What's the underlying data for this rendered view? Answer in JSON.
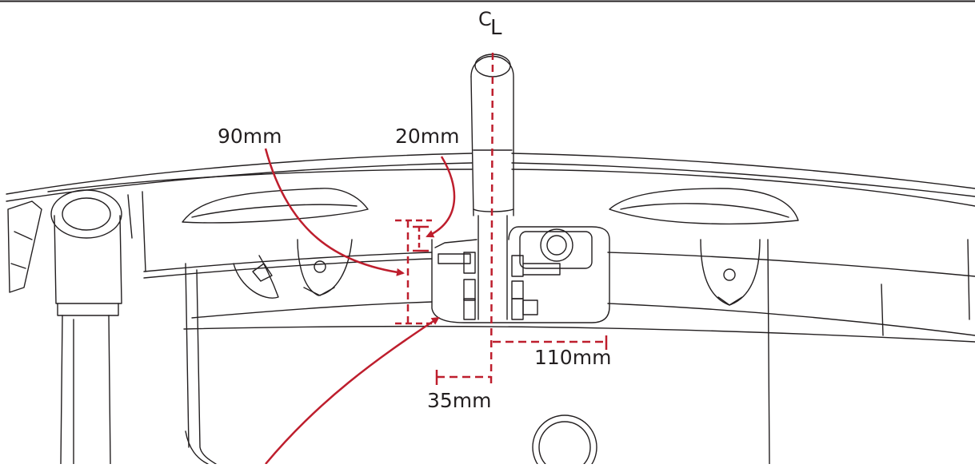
{
  "centerline": {
    "letter": "C",
    "subscript": "L"
  },
  "dimensions": {
    "d90": "90mm",
    "d20": "20mm",
    "d110": "110mm",
    "d35": "35mm"
  },
  "colors": {
    "linework": "#231f20",
    "dimension": "#be1e2d"
  }
}
